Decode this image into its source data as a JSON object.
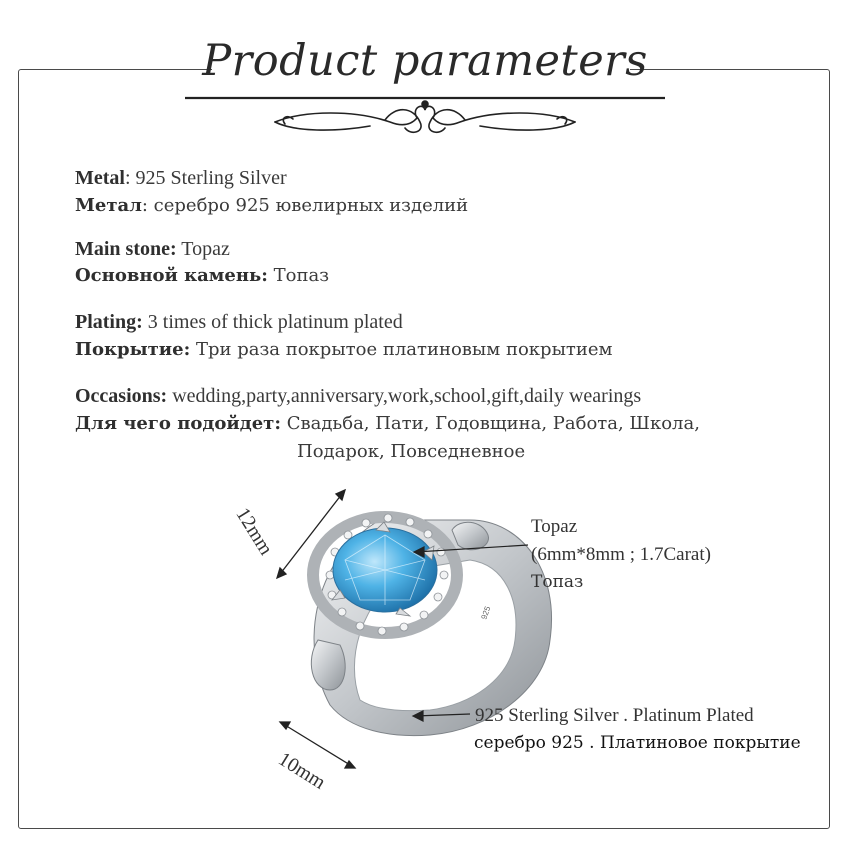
{
  "title": "Product parameters",
  "specs": {
    "metal": {
      "label": "Metal",
      "value": ": 925 Sterling Silver",
      "label_ru": "Метал",
      "value_ru": ": серебро 925 ювелирных изделий"
    },
    "stone": {
      "label": "Main stone:",
      "value": " Topaz",
      "label_ru": "Основной камень:",
      "value_ru": " Топаз"
    },
    "plating": {
      "label": "Plating:",
      "value": "  3 times of thick platinum plated",
      "label_ru": "Покрытие:",
      "value_ru": " Три раза покрытое платиновым покрытием"
    },
    "occasions": {
      "label": "Occasions:",
      "value": " wedding,party,anniversary,work,school,gift,daily wearings",
      "label_ru": "Для чего подойдет:",
      "value_ru": "  Свадьба, Пати, Годовщина, Работа, Школа,",
      "value_ru_2": "Подарок, Повседневное"
    }
  },
  "annotations": {
    "stone_name": "Topaz",
    "stone_size": "(6mm*8mm ; 1.7Carat)",
    "stone_name_ru": "Топаз",
    "band_material": "925 Sterling Silver . Platinum Plated",
    "band_material_ru": "серебро 925 .  Платиновое покрытие",
    "dim_top": "12mm",
    "dim_bottom": "10mm",
    "hallmark": "925"
  },
  "colors": {
    "stone": "#3a9fd6",
    "silver": "#c9ccd0",
    "frame": "#4a4a4a"
  },
  "image": {
    "subject": "ring-photo"
  }
}
